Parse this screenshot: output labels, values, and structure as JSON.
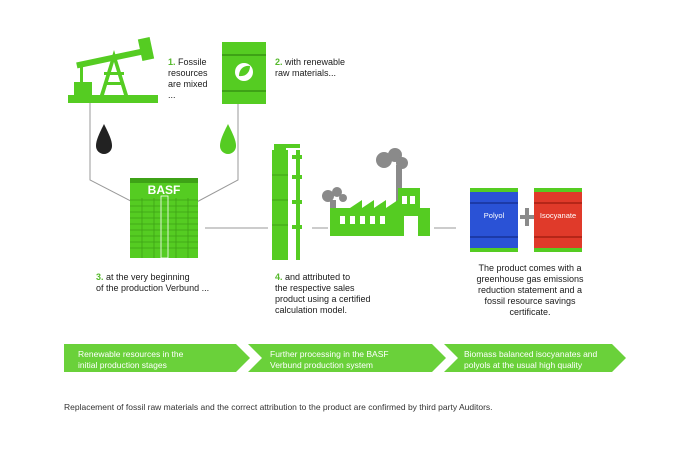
{
  "steps": [
    {
      "number": "1.",
      "text_lines": [
        "Fossile",
        "resources",
        "are mixed",
        "..."
      ]
    },
    {
      "number": "2.",
      "text_lines": [
        "with renewable",
        "raw materials..."
      ]
    },
    {
      "number": "3.",
      "text_lines": [
        "at the very beginning",
        "of the production Verbund ..."
      ]
    },
    {
      "number": "4.",
      "text_lines": [
        "and attributed to",
        "the respective sales",
        "product using a certified",
        "calculation model."
      ]
    }
  ],
  "product_text_lines": [
    "The product comes with a",
    "greenhouse gas emissions",
    "reduction statement and a",
    "fossil resource savings",
    "certificate."
  ],
  "tank_label": "BASF",
  "drums": {
    "left": "Polyol",
    "plus": "+",
    "right": "Isocyanate"
  },
  "banner": [
    {
      "lines": [
        "Renewable resources in the",
        "initial production stages"
      ]
    },
    {
      "lines": [
        "Further processing in the BASF",
        "Verbund production system"
      ]
    },
    {
      "lines": [
        "Biomass balanced isocyanates and",
        "polyols at the usual high quality"
      ]
    }
  ],
  "footer": "Replacement of fossil raw materials and the correct attribution to the product are confirmed by third party Auditors.",
  "colors": {
    "green": "#55cc22",
    "banner_green": "#6ad13a",
    "blue": "#2a52d6",
    "red": "#e03a2a",
    "gray": "#8a8a8a",
    "drop_black": "#222222"
  }
}
